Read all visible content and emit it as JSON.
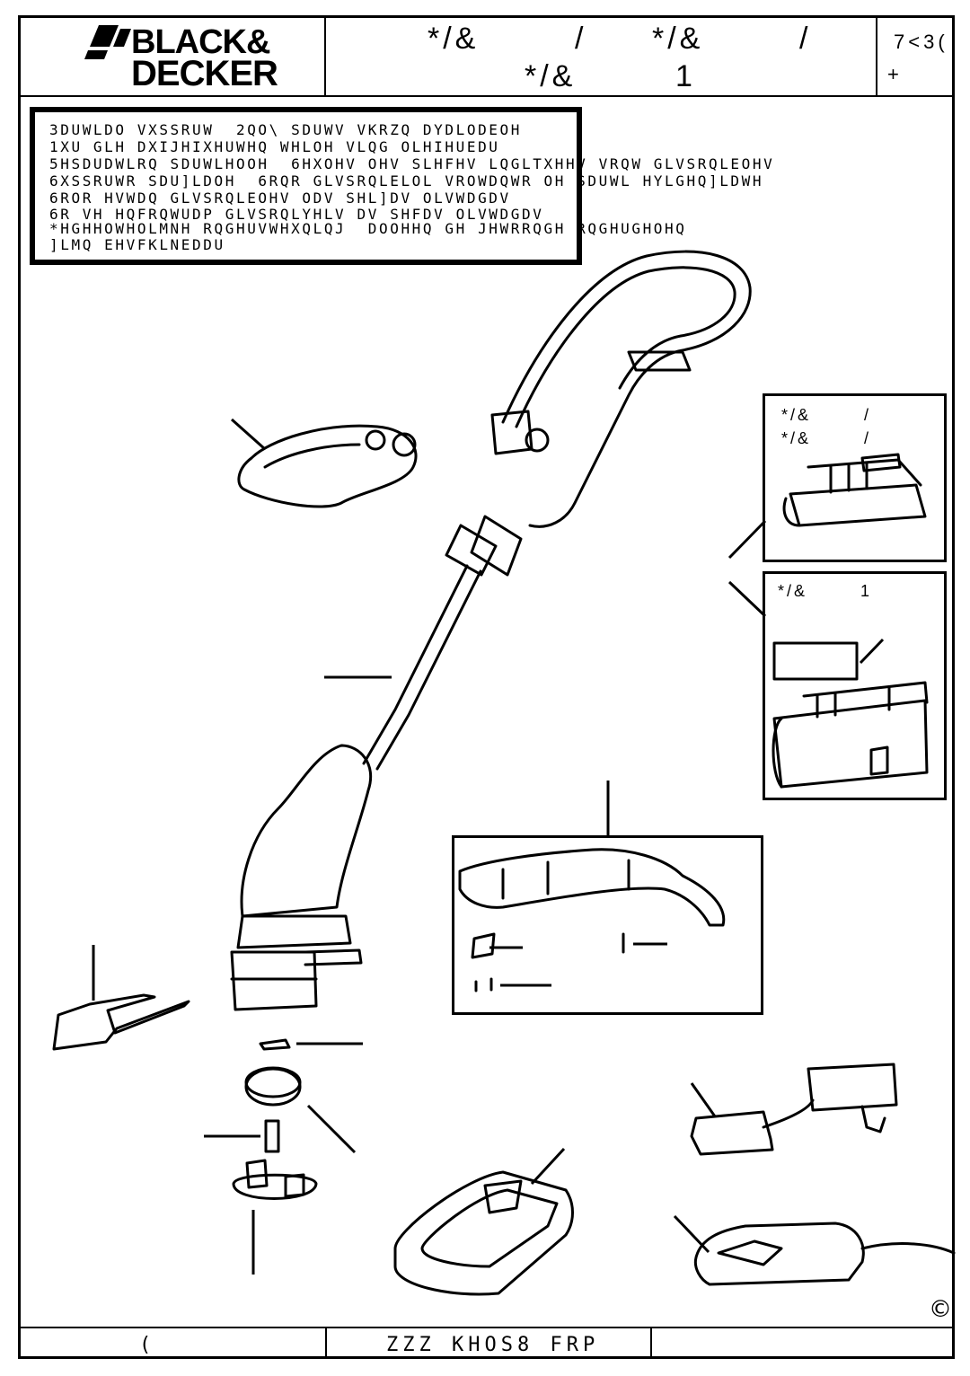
{
  "header": {
    "brand_top": "BLACK&",
    "brand_bottom": "DECKER",
    "model_line1_a": "*/&",
    "model_line1_b": "/",
    "model_line1_c": "*/&",
    "model_line1_d": "/",
    "model_line2_a": "*/&",
    "model_line2_b": "1",
    "type_label": "7<3(",
    "type_value": "+"
  },
  "notice": {
    "lines": [
      "3DUWLDO VXSSRUW  2QO\\ SDUWV VKRZQ DYDLODEOH",
      "1XU GLH DXIJHIXHUWHQ WHLOH VLQG OLHIHUEDU",
      "5HSDUDWLRQ SDUWLHOOH  6HXOHV OHV SLHFHV LQGLTXHHV VRQW GLVSRQLEOHV",
      "6XSSRUWR SDU]LDOH  6RQR GLVSRQLELOL VROWDQWR OH SDUWL HYLGHQ]LDWH",
      "6ROR HVWDQ GLVSRQLEOHV ODV SHL]DV OLVWDGDV",
      "6R VH HQFRQWUDP GLVSRQLYHLV DV SHFDV OLVWDGDV",
      "*HGHHOWHOLMNH RQGHUVWHXQLQJ  DOOHHQ GH JHWRRQGH RQGHUGHOHQ",
      "]LMQ EHVFKLNEDDU"
    ]
  },
  "battery_box": {
    "label1_a": "*/&",
    "label1_b": "/",
    "label2_a": "*/&",
    "label2_b": "/"
  },
  "nimh_box": {
    "label_a": "*/&",
    "label_b": "1"
  },
  "footer": {
    "left": "(",
    "website": "ZZZ KHOS8 FRP"
  },
  "copyright_symbol": "©"
}
